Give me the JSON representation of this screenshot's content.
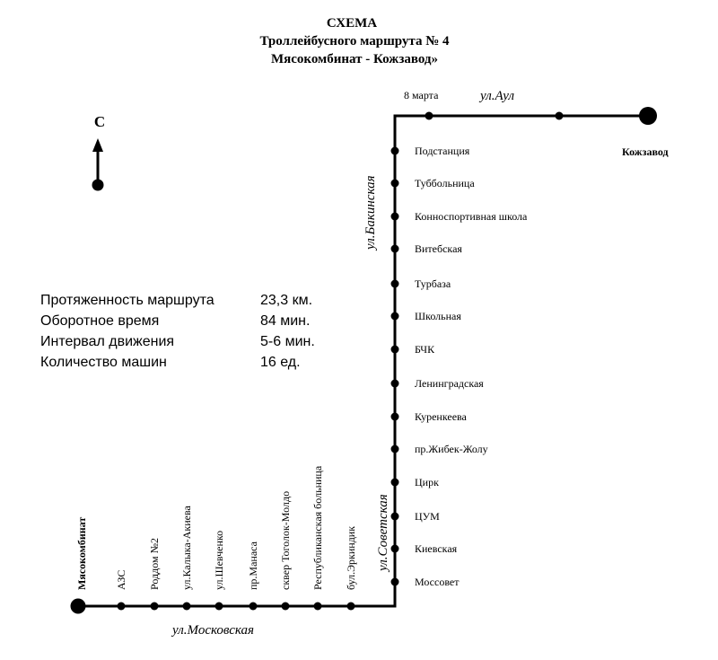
{
  "header": {
    "line1": "СХЕМА",
    "line2": "Троллейбусного маршрута  № 4",
    "line3": "Мясокомбинат - Кожзавод»"
  },
  "compass": {
    "label": "С"
  },
  "info": [
    {
      "label": "Протяженность маршрута",
      "value": "23,3 км."
    },
    {
      "label": "Оборотное время",
      "value": "84 мин."
    },
    {
      "label": "Интервал движения",
      "value": "5-6 мин."
    },
    {
      "label": "Количество машин",
      "value": "16 ед."
    }
  ],
  "streets": {
    "aul": "ул.Аул",
    "bakinskaya": "ул.Бакинская",
    "sovetskaya": "ул.Советская",
    "moskovskaya": "ул.Московская"
  },
  "terminals": {
    "start": "Мясокомбинат",
    "end": "Кожзавод"
  },
  "stops_bottom": [
    "АЗС",
    "Роддом №2",
    "ул.Калыка-Акиева",
    "ул.Шевченко",
    "пр.Манаса",
    "сквер Тоголок-Молдо",
    "Республиканская больница",
    "бул.Эркиндик"
  ],
  "stops_vertical": [
    "Подстанция",
    "Туббольница",
    "Конноспортивная школа",
    "Витебская",
    "Турбаза",
    "Школьная",
    "БЧК",
    "Ленинградская",
    "Куренкеева",
    "пр.Жибек-Жолу",
    "Цирк",
    "ЦУМ",
    "Киевская",
    "Моссовет"
  ],
  "stops_top": [
    "8 марта",
    ""
  ]
}
